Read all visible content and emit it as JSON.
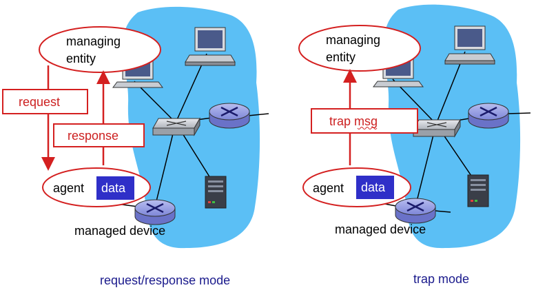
{
  "panels": [
    {
      "managing_entity_line1": "managing",
      "managing_entity_line2": "entity",
      "agent_label": "agent",
      "data_label": "data",
      "managed_device_label": "managed device",
      "request_label": "request",
      "response_label": "response",
      "caption": "request/response mode"
    },
    {
      "managing_entity_line1": "managing",
      "managing_entity_line2": "entity",
      "agent_label": "agent",
      "data_label": "data",
      "managed_device_label": "managed device",
      "trap_label": "trap msg",
      "caption": "trap mode"
    }
  ],
  "colors": {
    "cloud": "#5bbff5",
    "accent_red": "#d42020",
    "data_box": "#2f2fc8",
    "caption": "#1a1a8c"
  }
}
